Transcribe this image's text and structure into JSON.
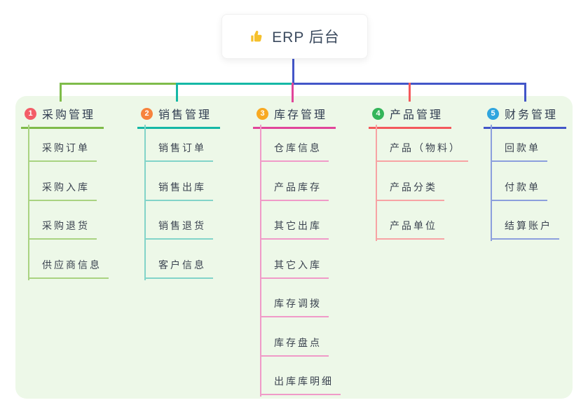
{
  "root": {
    "title": "ERP 后台",
    "icon": "thumbs-up-icon"
  },
  "theme": {
    "canvas_bg": "#ffffff",
    "panel_bg": "#edf8e8",
    "root_line": "#4356c8",
    "root_text": "#3b4a5e",
    "header_text": "#303c50",
    "item_text": "#3b4350",
    "thumb_color": "#f5c02c"
  },
  "branches": [
    {
      "index": "1",
      "label": "采购管理",
      "badge_color": "#f35d68",
      "line_color": "#7fbc4a",
      "sub_line_color": "#a9d381",
      "items": [
        {
          "label": "采购订单"
        },
        {
          "label": "采购入库"
        },
        {
          "label": "采购退货"
        },
        {
          "label": "供应商信息"
        }
      ]
    },
    {
      "index": "2",
      "label": "销售管理",
      "badge_color": "#f7833d",
      "line_color": "#15b8a6",
      "sub_line_color": "#82d4c9",
      "items": [
        {
          "label": "销售订单"
        },
        {
          "label": "销售出库"
        },
        {
          "label": "销售退货"
        },
        {
          "label": "客户信息"
        }
      ]
    },
    {
      "index": "3",
      "label": "库存管理",
      "badge_color": "#f8a922",
      "line_color": "#e1459a",
      "sub_line_color": "#f09ac8",
      "items": [
        {
          "label": "仓库信息"
        },
        {
          "label": "产品库存"
        },
        {
          "label": "其它出库"
        },
        {
          "label": "其它入库"
        },
        {
          "label": "库存调拨"
        },
        {
          "label": "库存盘点"
        },
        {
          "label": "出库库明细"
        }
      ]
    },
    {
      "index": "4",
      "label": "产品管理",
      "badge_color": "#34b55a",
      "line_color": "#f4595c",
      "sub_line_color": "#f7a3a4",
      "items": [
        {
          "label": "产品（物料）"
        },
        {
          "label": "产品分类"
        },
        {
          "label": "产品单位"
        }
      ]
    },
    {
      "index": "5",
      "label": "财务管理",
      "badge_color": "#30a5de",
      "line_color": "#4356c8",
      "sub_line_color": "#8c9fdd",
      "items": [
        {
          "label": "回款单"
        },
        {
          "label": "付款单"
        },
        {
          "label": "结算账户"
        }
      ]
    }
  ]
}
